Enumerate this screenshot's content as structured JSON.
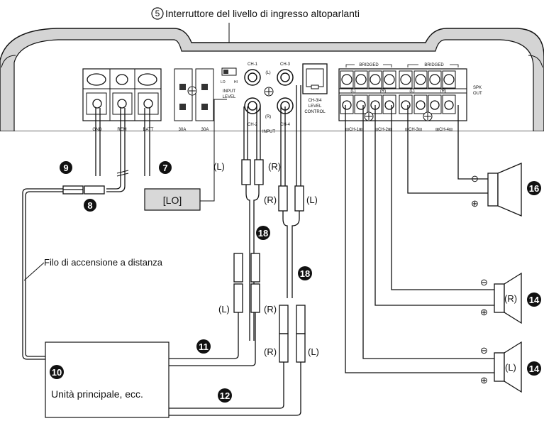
{
  "header": {
    "circle_num": "5",
    "title": "Interruttore del livello di ingresso altoparlanti"
  },
  "amp": {
    "input_level": {
      "lo": "LO",
      "hi": "HI",
      "label1": "INPUT",
      "label2": "LEVEL"
    },
    "ch1": "CH-1",
    "ch2": "CH-2",
    "ch3": "CH-3",
    "ch4": "CH-4",
    "l": "(L)",
    "r": "(R)",
    "input": "INPUT",
    "level_control": [
      "CH-3/4",
      "LEVEL",
      "CONTROL"
    ],
    "gnd": "GND",
    "rem": "REM",
    "batt": "BATT",
    "fuse1": "30A",
    "fuse2": "30A",
    "bridged1": "BRIDGED",
    "bridged2": "BRIDGED",
    "spk_out": [
      "SPK",
      "OUT"
    ],
    "terminals": [
      "⊟CH-1⊞",
      "⊟CH-2⊞",
      "⊟CH-3⊟",
      "⊞CH-4⊟"
    ]
  },
  "callouts": {
    "n7": "7",
    "n8": "8",
    "n9": "9",
    "n10": "10",
    "n11": "11",
    "n12": "12",
    "n14a": "14",
    "n14b": "14",
    "n16": "16",
    "n18a": "18",
    "n18b": "18"
  },
  "labels": {
    "lo_box": "[LO]",
    "remote_wire": "Filo di accensione a distanza",
    "head_unit": "Unità principale, ecc.",
    "rca1_l": "(L)",
    "rca1_r": "(R)",
    "rca2_r": "(R)",
    "rca2_l": "(L)",
    "rca3_l": "(L)",
    "rca3_r": "(R)",
    "rca4_r": "(R)",
    "rca4_l": "(L)",
    "spk_r": "(R)",
    "spk_l": "(L)",
    "minus": "⊖",
    "plus": "⊕"
  }
}
